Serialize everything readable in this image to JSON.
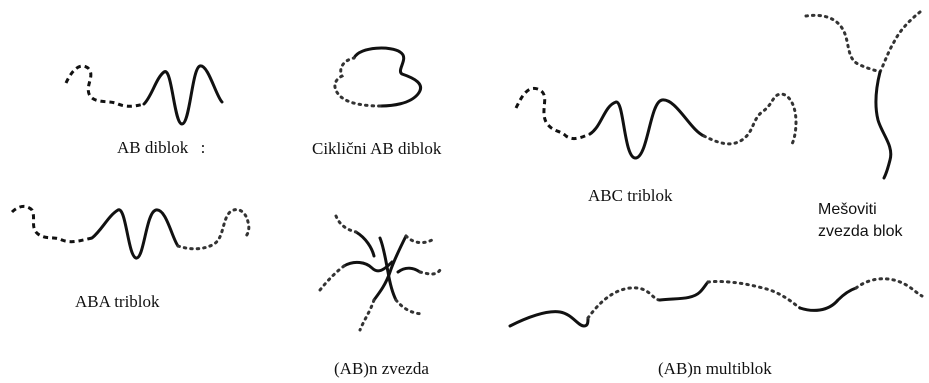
{
  "labels": {
    "ab_diblok": "AB diblok",
    "ab_diblok_mark": ":",
    "ciklicni_ab_diblok": "Ciklični AB diblok",
    "abc_triblok": "ABC triblok",
    "mesoviti_zvezda_blok_line1": "Mešoviti",
    "mesoviti_zvezda_blok_line2": "zvezda blok",
    "aba_triblok": "ABA triblok",
    "abn_zvezda": "(AB)n zvezda",
    "abn_multiblok": "(AB)n multiblok"
  }
}
